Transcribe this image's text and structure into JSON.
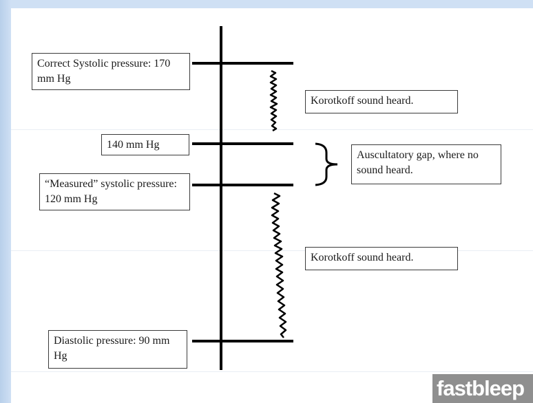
{
  "labels": {
    "correct_systolic": "Correct Systolic pressure: 170 mm Hg",
    "mark_140": "140 mm Hg",
    "measured_systolic": "“Measured” systolic pressure: 120 mm Hg",
    "diastolic": "Diastolic pressure: 90 mm Hg",
    "korotkoff_upper": "Korotkoff sound heard.",
    "auscultatory_gap": "Auscultatory gap, where no sound heard.",
    "korotkoff_lower": "Korotkoff sound heard."
  },
  "logo_text": "fastbleep",
  "colors": {
    "background": "#cfe0f4",
    "line": "#000000",
    "box_border": "#3a3a3a",
    "logo": "#8f8f8f"
  }
}
